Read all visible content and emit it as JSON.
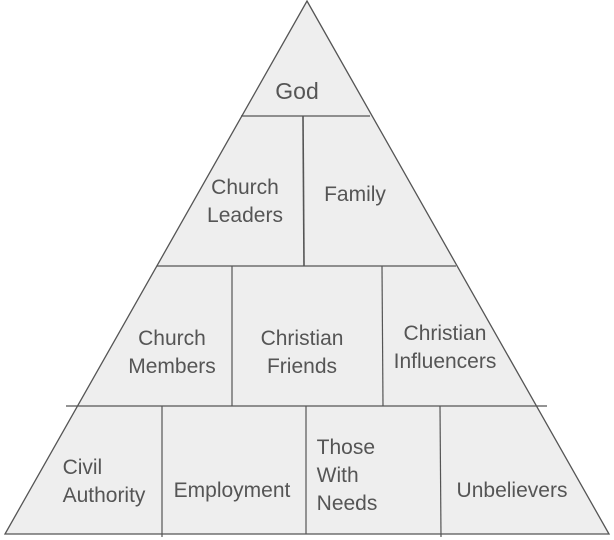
{
  "title": "Pyramid of relationships",
  "colors": {
    "fill": "#eeeeee",
    "stroke": "#555555",
    "text": "#555555"
  },
  "tiers": [
    {
      "cells": [
        {
          "lines": [
            "God"
          ]
        }
      ]
    },
    {
      "cells": [
        {
          "lines": [
            "Church",
            "Leaders"
          ]
        },
        {
          "lines": [
            "Family"
          ]
        }
      ]
    },
    {
      "cells": [
        {
          "lines": [
            "Church",
            "Members"
          ]
        },
        {
          "lines": [
            "Christian",
            "Friends"
          ]
        },
        {
          "lines": [
            "Christian",
            "Influencers"
          ]
        }
      ]
    },
    {
      "cells": [
        {
          "lines": [
            "Civil",
            "Authority"
          ]
        },
        {
          "lines": [
            "Employment"
          ]
        },
        {
          "lines": [
            "Those",
            "With",
            "Needs"
          ]
        },
        {
          "lines": [
            "Unbelievers"
          ]
        }
      ]
    }
  ]
}
